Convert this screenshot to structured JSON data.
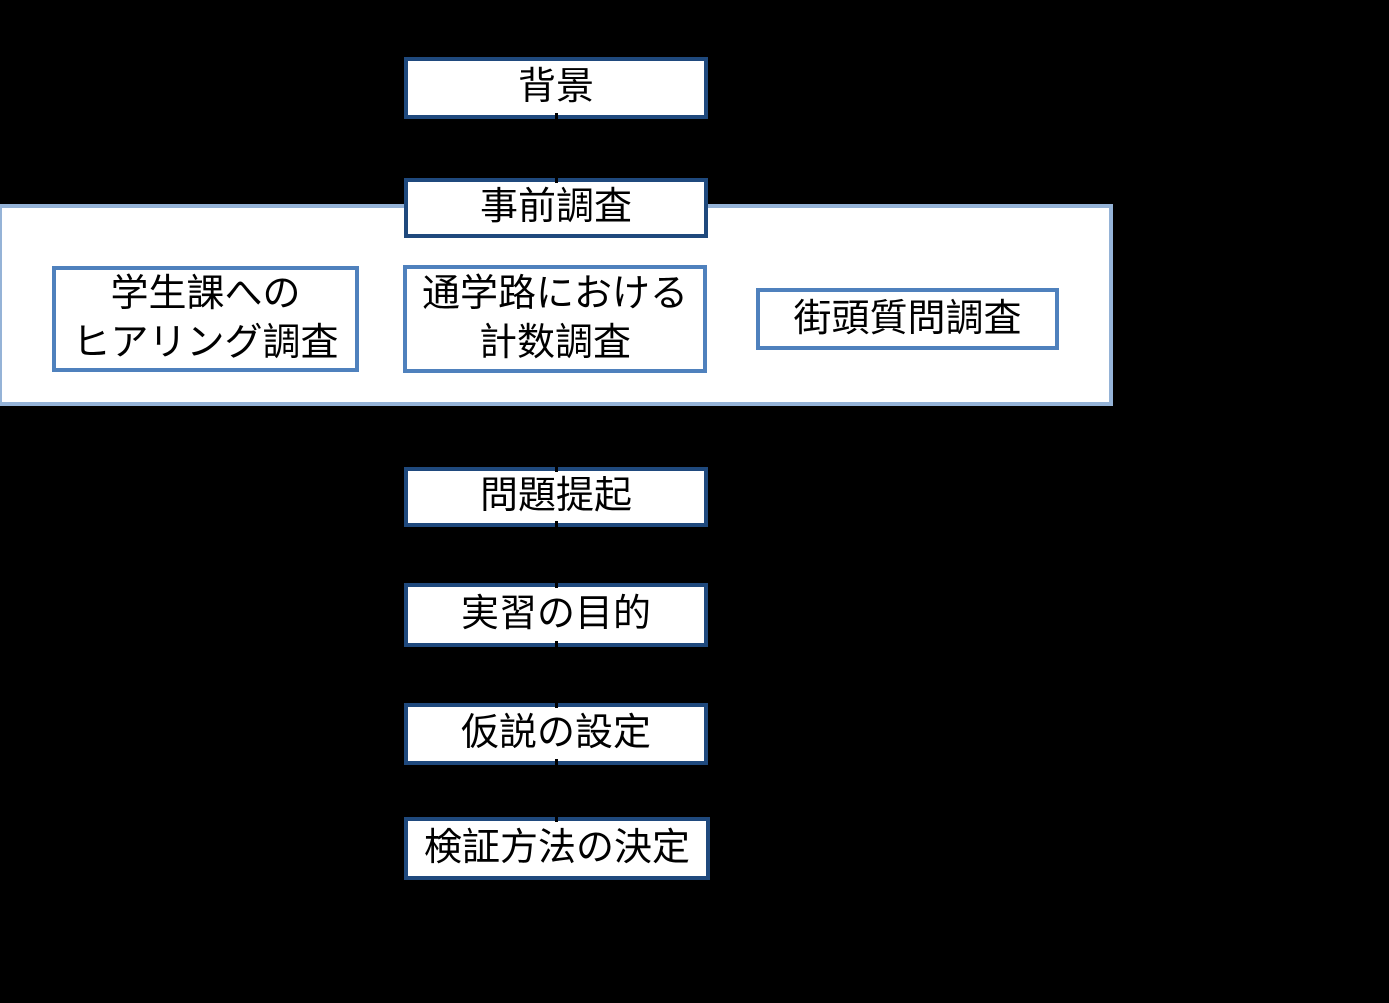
{
  "flowchart": {
    "nodes": {
      "background": "背景",
      "preliminary_survey": "事前調査",
      "problem_raising": "問題提起",
      "training_purpose": "実習の目的",
      "hypothesis_setting": "仮説の設定",
      "verification_method_decision": "検証方法の決定"
    },
    "preliminary_group": {
      "hearing_survey": "学生課への\nヒアリング調査",
      "counting_survey": "通学路における\n計数調査",
      "street_survey": "街頭質問調査"
    },
    "colors": {
      "node_border": "#1F497D",
      "sub_node_border": "#4F81BD",
      "group_border": "#95B3D7",
      "node_fill": "#FFFFFF",
      "text": "#000000",
      "canvas_background": "#000000",
      "connector": "#000000"
    }
  }
}
